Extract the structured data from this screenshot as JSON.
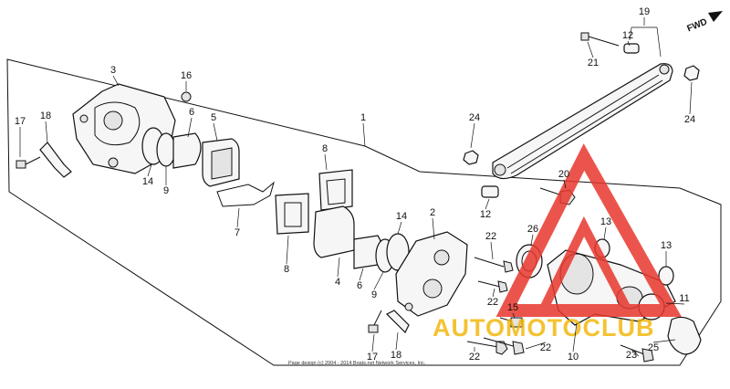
{
  "direction_label": "FWD",
  "copyright": "Page design (c) 2004 - 2014 Boats.net Network Services, Inc.",
  "watermark": {
    "text": "AUTOMOTOCLUB",
    "colors": {
      "triangle": "#e8372d",
      "text": "#f2b400"
    }
  },
  "callouts": [
    {
      "label": "1"
    },
    {
      "label": "2"
    },
    {
      "label": "3"
    },
    {
      "label": "4"
    },
    {
      "label": "5"
    },
    {
      "label": "6"
    },
    {
      "label": "6"
    },
    {
      "label": "7"
    },
    {
      "label": "8"
    },
    {
      "label": "8"
    },
    {
      "label": "9"
    },
    {
      "label": "9"
    },
    {
      "label": "10"
    },
    {
      "label": "11"
    },
    {
      "label": "12"
    },
    {
      "label": "12"
    },
    {
      "label": "13"
    },
    {
      "label": "13"
    },
    {
      "label": "14"
    },
    {
      "label": "14"
    },
    {
      "label": "15"
    },
    {
      "label": "16"
    },
    {
      "label": "17"
    },
    {
      "label": "17"
    },
    {
      "label": "18"
    },
    {
      "label": "18"
    },
    {
      "label": "19"
    },
    {
      "label": "20"
    },
    {
      "label": "21"
    },
    {
      "label": "22"
    },
    {
      "label": "22"
    },
    {
      "label": "22"
    },
    {
      "label": "22"
    },
    {
      "label": "23"
    },
    {
      "label": "24"
    },
    {
      "label": "24"
    },
    {
      "label": "25"
    },
    {
      "label": "26"
    }
  ]
}
